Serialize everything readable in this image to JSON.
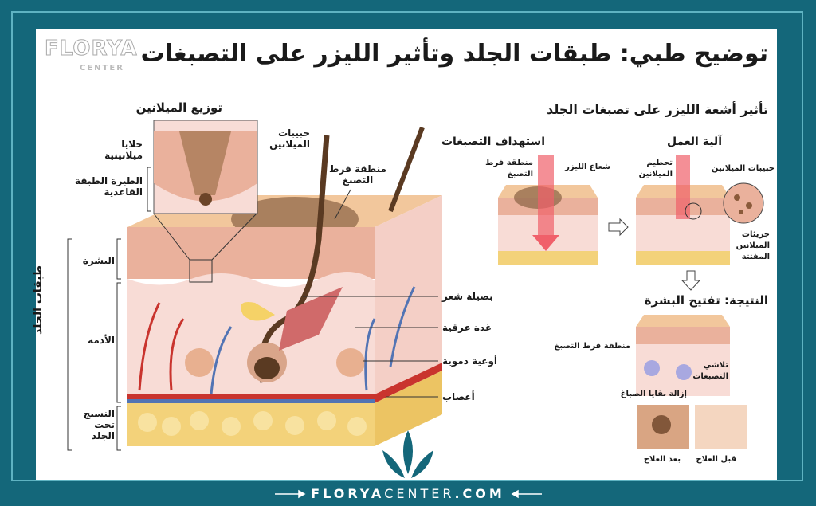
{
  "title": "توضيح طبي: طبقات الجلد وتأثير الليزر على التصبغات",
  "watermark": {
    "brand": "FLORYA",
    "sub": "CENTER"
  },
  "left": {
    "melanin_title": "توزيع الميلانين",
    "melanin_granules": "حبيبات الميلانين",
    "melanocytes": "خلايا ميلانينية",
    "basal_layer": "الطيرة الطبقة القاعدية",
    "hyperpigmentation": "منطقة فرط التصبغ",
    "skin_layers": "طبقات الجلد",
    "epidermis": "البشرة",
    "dermis": "الأدمة",
    "subcutaneous": "النسيج تحت الجلد",
    "hair_bulb": "بصيلة شعر",
    "sweat_gland": "غدة عرقية",
    "blood_vessels": "أوعية دموية",
    "nerves": "أعصاب"
  },
  "right": {
    "title": "تأثير أشعة الليزر على تصبغات الجلد",
    "targeting_title": "استهداف التصبغات",
    "hyperpigmentation": "منطقة فرط التصبغ",
    "laser_beam": "شعاع الليزر",
    "mechanism_title": "آلية العمل",
    "melanin_breakdown": "تحطيم الميلانين",
    "melanin_granules": "حبيبات الميلانين",
    "fragmented": "جزيئات الميلانين المفتتة",
    "result_title": "النتيجة: تفتيح البشرة",
    "result_hyper": "منطقة فرط التصبغ",
    "fading": "تلاشي التصبغات",
    "removal": "إزالة بقايا الصباغ",
    "after": "بعد العلاج",
    "before": "قبل العلاج"
  },
  "footer": {
    "bold": "FLORYA",
    "light": "CENTER",
    "tld": ".COM"
  },
  "colors": {
    "brand": "#14677a",
    "epidermis": "#e9b5a0",
    "dermis": "#f8dcd6",
    "fat": "#f3d27a",
    "laser": "#f0606a"
  }
}
